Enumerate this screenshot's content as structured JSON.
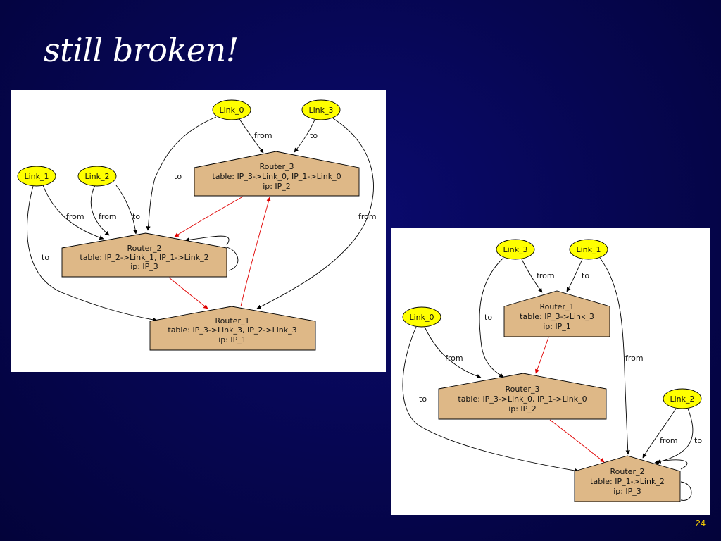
{
  "title": "still broken!",
  "page_number": "24",
  "colors": {
    "background": "#06065a",
    "link_node_fill": "#ffff00",
    "router_node_fill": "#deb887",
    "edge": "#000000",
    "routing_edge": "#ff0000"
  },
  "diagram_a": {
    "links": {
      "link0": "Link_0",
      "link3": "Link_3",
      "link1": "Link_1",
      "link2": "Link_2"
    },
    "routers": {
      "router3": {
        "name": "Router_3",
        "table": "table: IP_3->Link_0, IP_1->Link_0",
        "ip": "ip: IP_2"
      },
      "router2": {
        "name": "Router_2",
        "table": "table: IP_2->Link_1, IP_1->Link_2",
        "ip": "ip: IP_3"
      },
      "router1": {
        "name": "Router_1",
        "table": "table: IP_3->Link_3, IP_2->Link_3",
        "ip": "ip: IP_1"
      }
    },
    "edges": {
      "link0_router3": "from",
      "link3_router3": "to",
      "link0_router2": "to",
      "link3_router1": "from",
      "link1_router2": "from",
      "link2_router2_from": "from",
      "link2_router2_to": "to",
      "link1_router1": "to"
    }
  },
  "diagram_b": {
    "links": {
      "link3": "Link_3",
      "link1": "Link_1",
      "link0": "Link_0",
      "link2": "Link_2"
    },
    "routers": {
      "router1": {
        "name": "Router_1",
        "table": "table: IP_3->Link_3",
        "ip": "ip: IP_1"
      },
      "router3": {
        "name": "Router_3",
        "table": "table: IP_3->Link_0, IP_1->Link_0",
        "ip": "ip: IP_2"
      },
      "router2": {
        "name": "Router_2",
        "table": "table: IP_1->Link_2",
        "ip": "ip: IP_3"
      }
    },
    "edges": {
      "link3_router1": "from",
      "link1_router1": "to",
      "link3_router3": "to",
      "link1_router2": "from",
      "link0_router3": "from",
      "link0_router2": "to",
      "link2_router2_from": "from",
      "link2_router2_to": "to"
    }
  }
}
